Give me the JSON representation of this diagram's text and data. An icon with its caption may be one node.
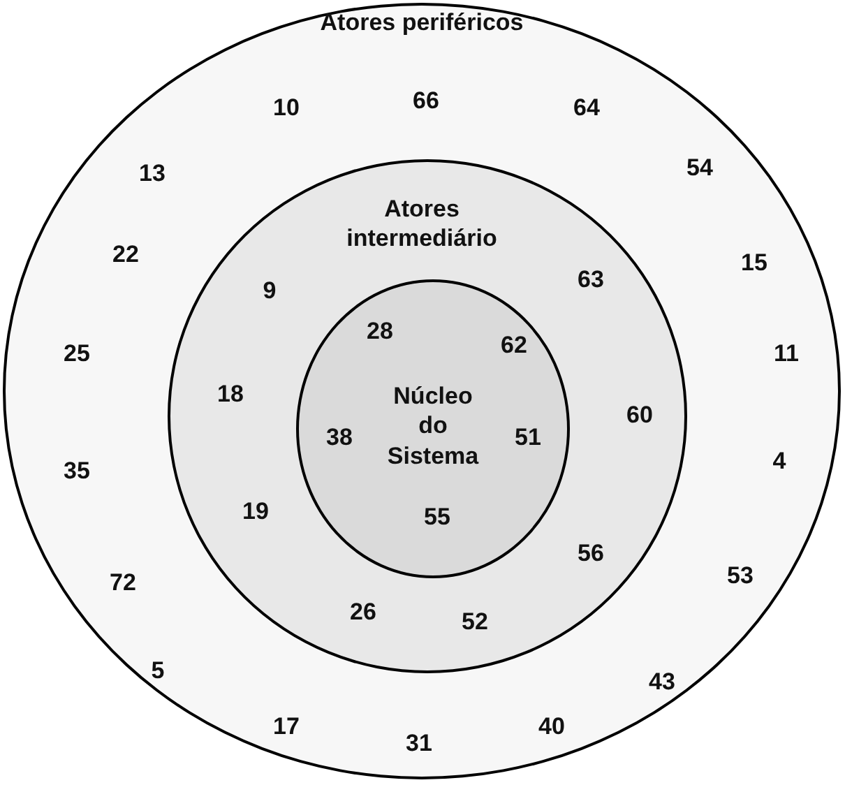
{
  "diagram": {
    "nodes": [
      {
        "text": [
          "Atores periféricos",
          "10",
          "66",
          "64",
          "13",
          "54",
          "22",
          "15",
          "25",
          "11",
          "35",
          "4",
          "72",
          "53",
          "5",
          "43",
          "17",
          "31",
          "40"
        ]
      },
      {
        "text": [
          "Atores intermediário",
          "9",
          "63",
          "18",
          "60",
          "19",
          "56",
          "26",
          "52"
        ],
        "in": 0
      },
      {
        "text": [
          "Núcleo do Sistema",
          "28",
          "62",
          "38",
          "51",
          "55"
        ],
        "in": 1
      }
    ]
  }
}
